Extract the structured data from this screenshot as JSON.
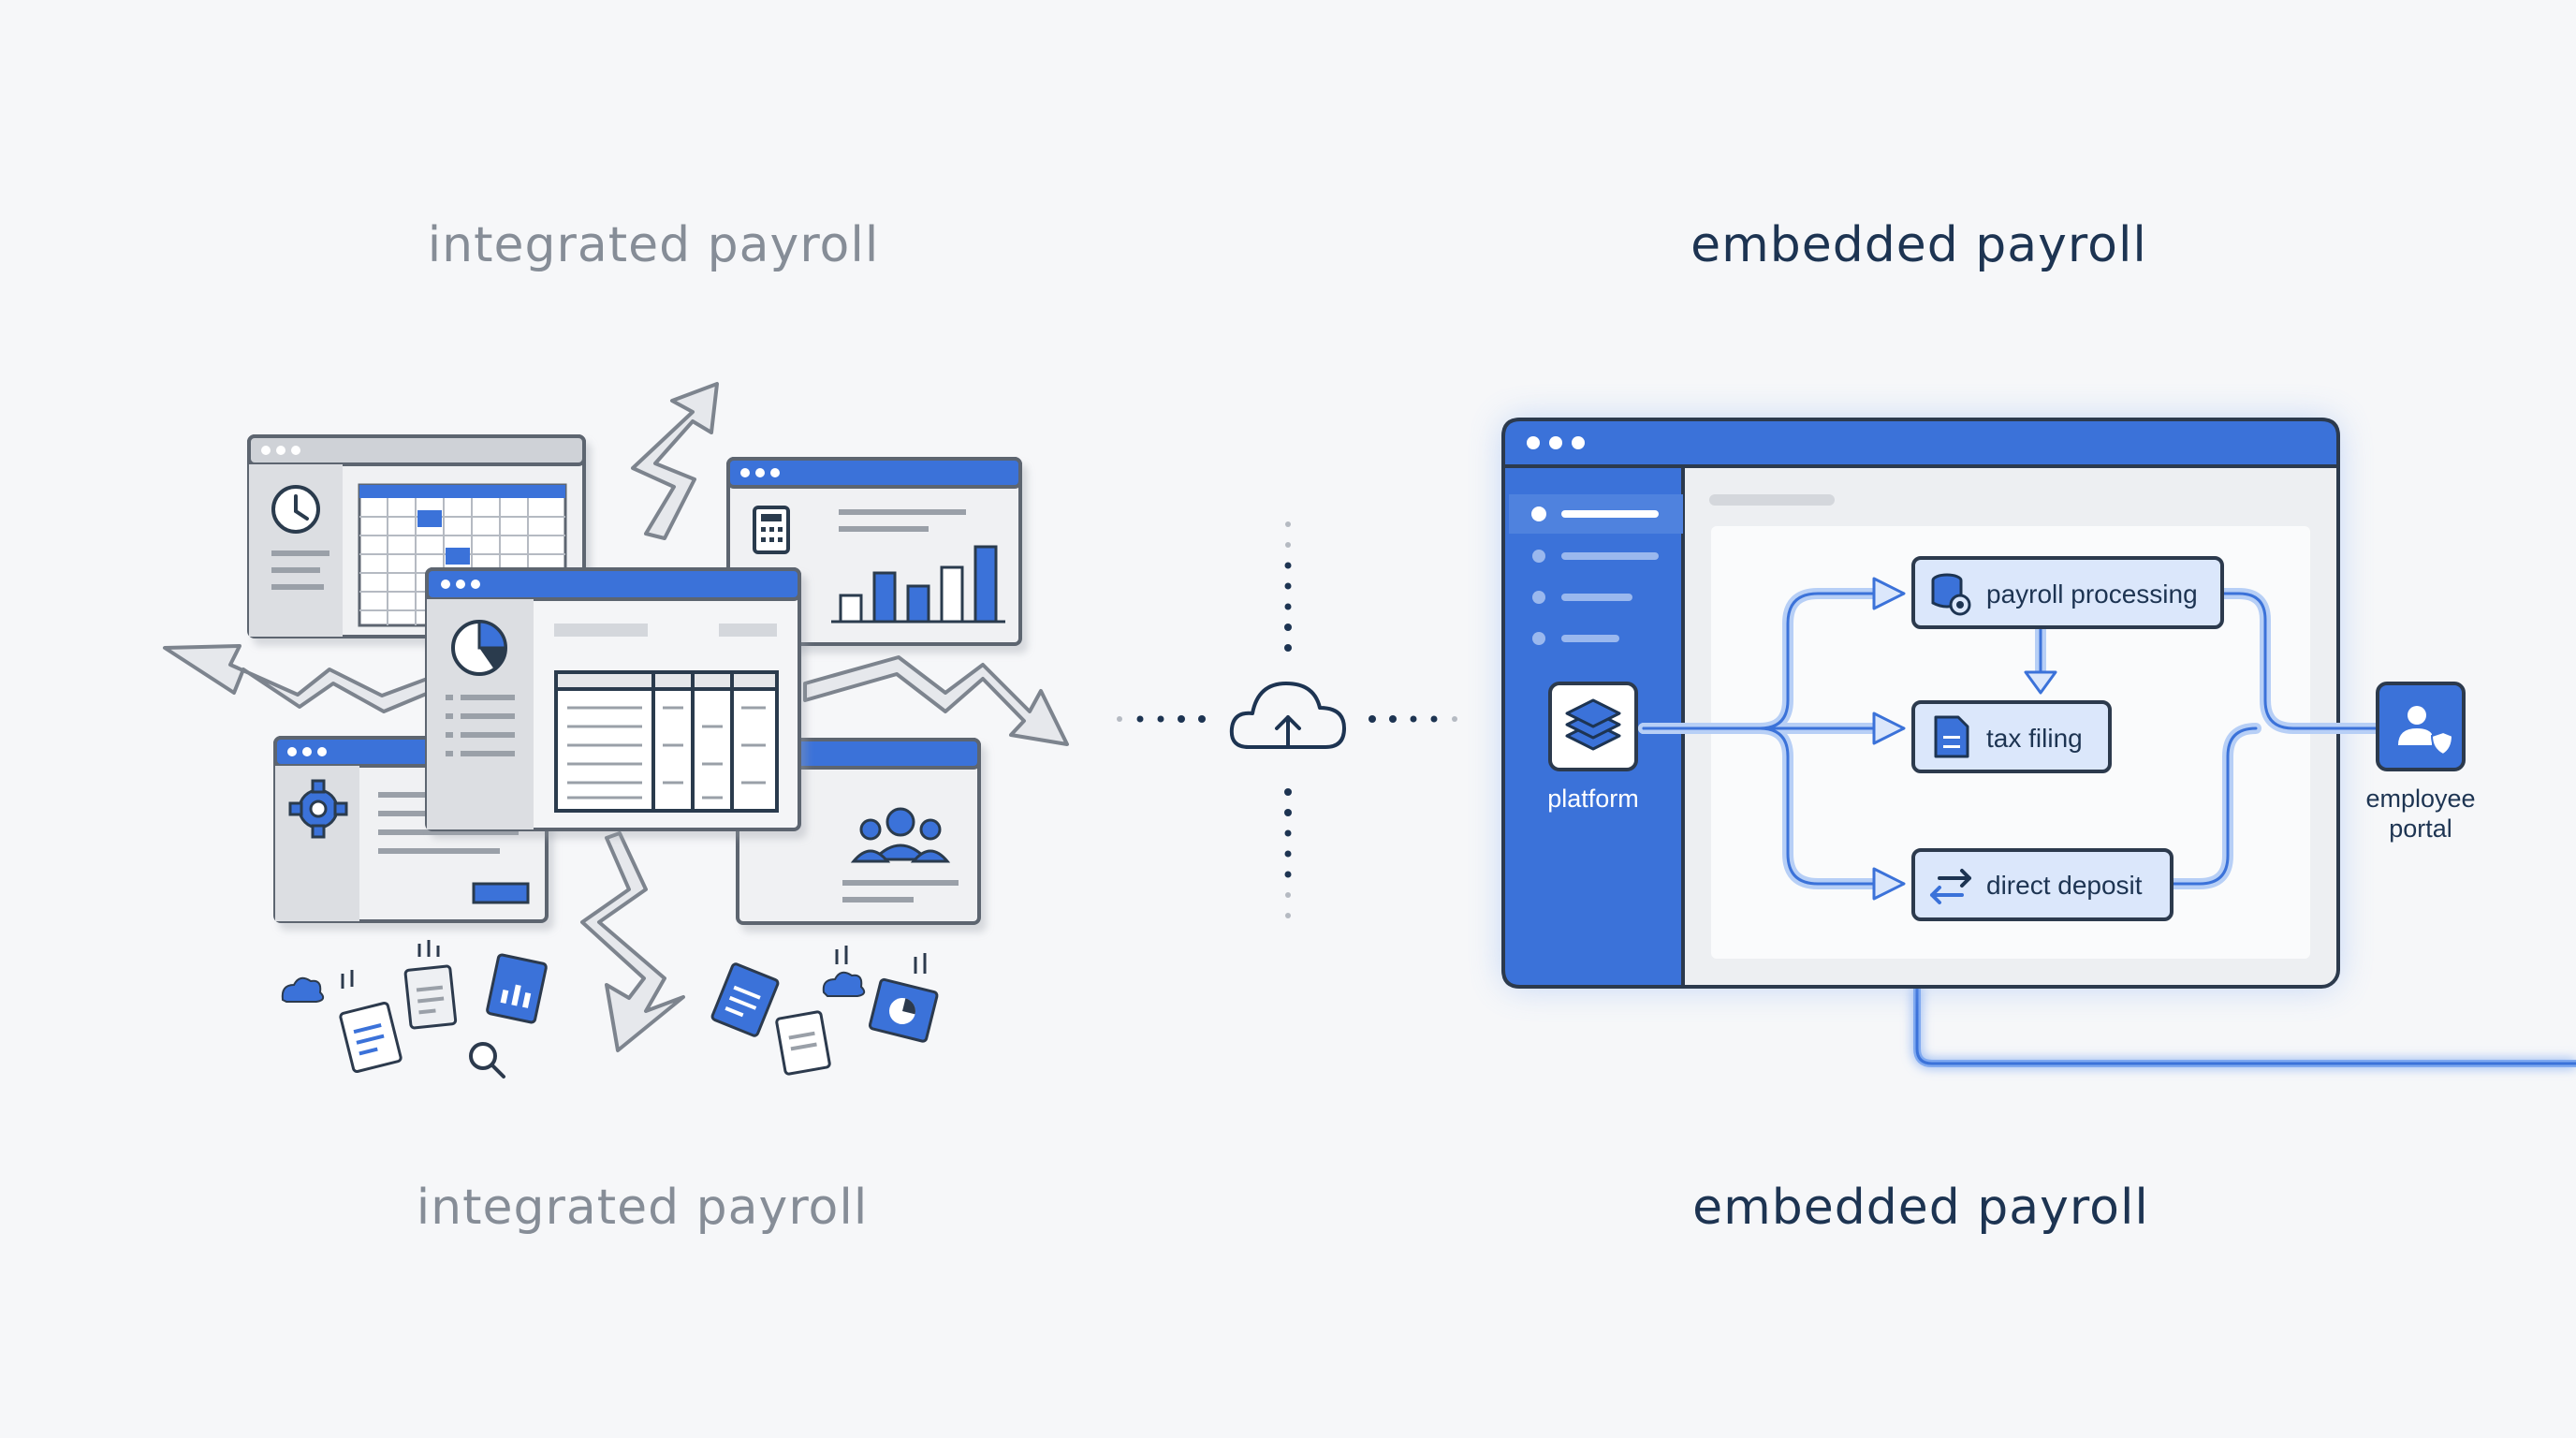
{
  "titles": {
    "integrated_top": "integrated payroll",
    "embedded_top": "embedded payroll",
    "integrated_bottom": "integrated payroll",
    "embedded_bottom": "embedded payroll"
  },
  "embedded": {
    "platform_label": "platform",
    "nodes": {
      "payroll_processing": "payroll processing",
      "tax_filing": "tax filing",
      "direct_deposit": "direct deposit"
    },
    "portal_label_line1": "employee",
    "portal_label_line2": "portal"
  },
  "icons": {
    "center": "cloud-upload-icon",
    "platform": "layers-icon",
    "payroll_processing": "database-coins-icon",
    "tax_filing": "document-icon",
    "direct_deposit": "transfer-arrows-icon",
    "portal": "user-shield-icon"
  },
  "colors": {
    "accent": "#3b72d9",
    "dark_navy": "#1d3452",
    "muted_gray": "#868d97",
    "window_gray": "#d9dbe0",
    "glow_blue": "#7fa9f0"
  }
}
